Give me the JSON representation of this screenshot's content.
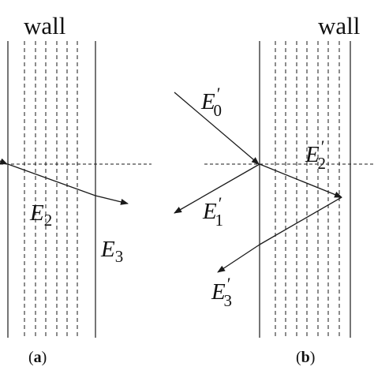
{
  "panel_a": {
    "wall_label": "wall",
    "E2": {
      "symbol": "E",
      "sub": "2"
    },
    "E3": {
      "symbol": "E",
      "sub": "3"
    },
    "label": {
      "open": "(",
      "letter": "a",
      "close": ")"
    }
  },
  "panel_b": {
    "wall_label": "wall",
    "E0p": {
      "symbol": "E",
      "sub": "0",
      "prime": "′"
    },
    "E1p": {
      "symbol": "E",
      "sub": "1",
      "prime": "′"
    },
    "E2p": {
      "symbol": "E",
      "sub": "2",
      "prime": "′"
    },
    "E3p": {
      "symbol": "E",
      "sub": "3",
      "prime": "′"
    },
    "label": {
      "open": "(",
      "letter": "b",
      "close": ")"
    }
  }
}
